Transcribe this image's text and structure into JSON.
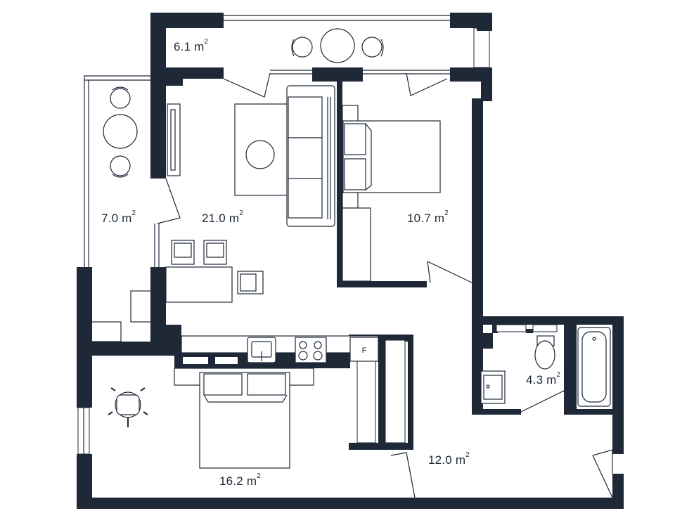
{
  "rooms": [
    {
      "id": "loggia-top",
      "value": "6.1",
      "unit": "m",
      "exp": "2"
    },
    {
      "id": "balcony-left",
      "value": "7.0",
      "unit": "m",
      "exp": "2"
    },
    {
      "id": "living-room",
      "value": "21.0",
      "unit": "m",
      "exp": "2"
    },
    {
      "id": "bedroom-small",
      "value": "10.7",
      "unit": "m",
      "exp": "2"
    },
    {
      "id": "bathroom",
      "value": "4.3",
      "unit": "m",
      "exp": "2"
    },
    {
      "id": "hallway",
      "value": "12.0",
      "unit": "m",
      "exp": "2"
    },
    {
      "id": "bedroom-large",
      "value": "16.2",
      "unit": "m",
      "exp": "2"
    }
  ],
  "appliances": {
    "fridge_label": "F"
  },
  "colors": {
    "wall": "#1e2837",
    "background": "#ffffff"
  }
}
